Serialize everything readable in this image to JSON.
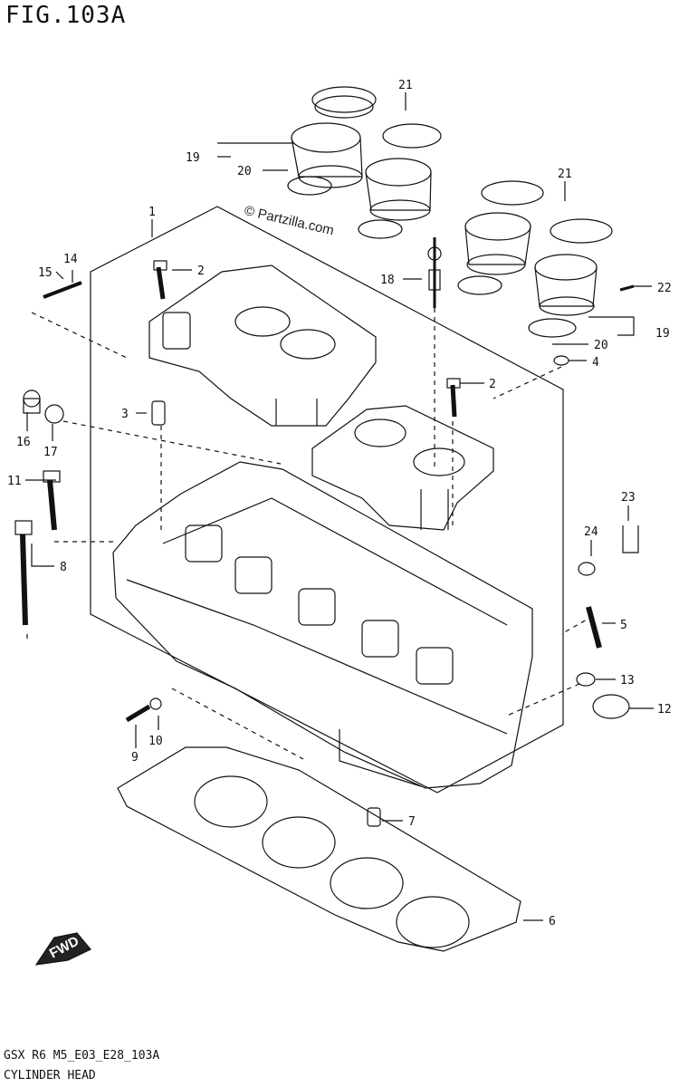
{
  "figure_title": "FIG.103A",
  "watermark": "© Partzilla.com",
  "footer": {
    "code": "GSX R6 M5_E03_E28_103A",
    "name": "CYLINDER HEAD"
  },
  "fwd_label": "FWD",
  "callouts": [
    "1",
    "2",
    "2",
    "3",
    "4",
    "5",
    "6",
    "7",
    "8",
    "9",
    "10",
    "11",
    "12",
    "13",
    "14",
    "15",
    "16",
    "17",
    "18",
    "19",
    "19",
    "20",
    "20",
    "21",
    "21",
    "22",
    "23",
    "24"
  ],
  "colors": {
    "line": "#111111",
    "background": "#ffffff"
  }
}
